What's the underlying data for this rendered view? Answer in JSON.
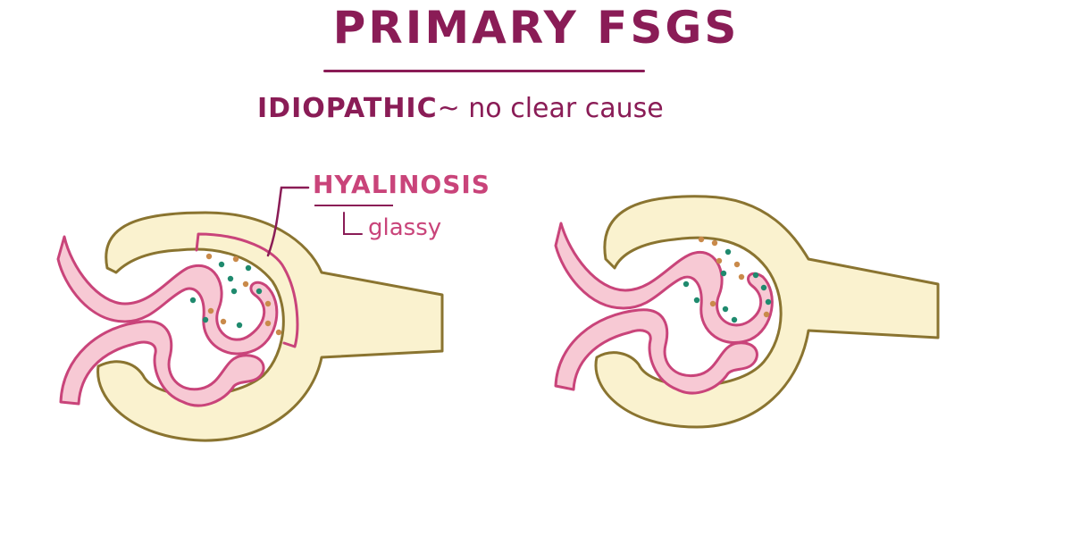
{
  "title": "PRIMARY FSGS",
  "subtitle": {
    "term": "IDIOPATHIC",
    "separator": "~",
    "definition": "no clear cause"
  },
  "annotation": {
    "label": "HYALINOSIS",
    "note": "glassy"
  },
  "colors": {
    "title": "#8a1c56",
    "annotation": "#c9447a",
    "capsule_fill": "#faf2cf",
    "capsule_stroke": "#8a7430",
    "capillary_fill": "#f7c9d4",
    "capillary_stroke": "#c9447a",
    "dot_teal": "#1f8a6e",
    "dot_orange": "#c98a4a"
  },
  "figures": [
    {
      "name": "glomerulus-with-hyalinosis",
      "annotated": true
    },
    {
      "name": "glomerulus-comparison",
      "annotated": false
    }
  ]
}
